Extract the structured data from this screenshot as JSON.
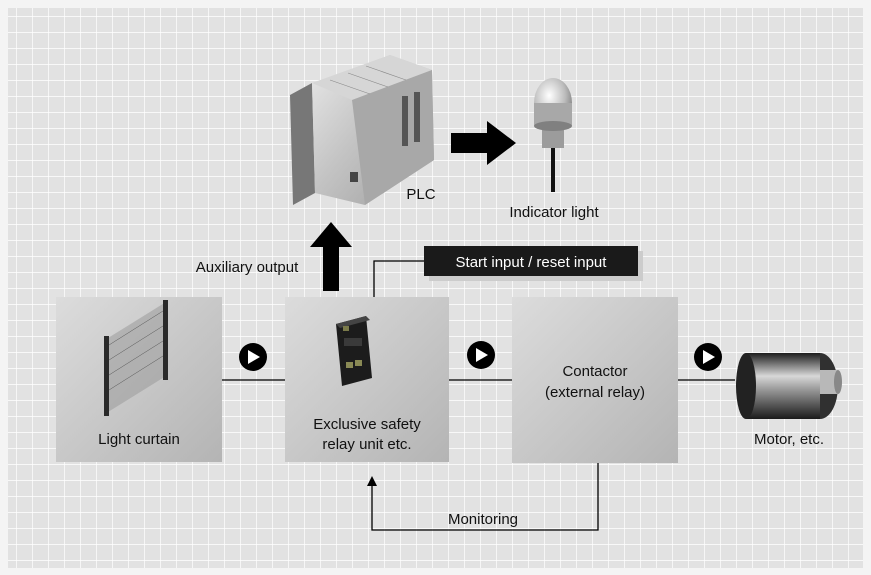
{
  "labels": {
    "plc": "PLC",
    "indicator_light": "Indicator light",
    "auxiliary_output": "Auxiliary output",
    "start_reset_input": "Start input / reset input",
    "light_curtain": "Light curtain",
    "safety_relay_line1": "Exclusive safety",
    "safety_relay_line2": "relay unit etc.",
    "contactor_line1": "Contactor",
    "contactor_line2": "(external relay)",
    "motor": "Motor, etc.",
    "monitoring": "Monitoring"
  },
  "colors": {
    "background": "#e2e2e2",
    "grid": "#ffffff",
    "box": "#c6c6c6",
    "label_box": "#1a1a1a",
    "arrow": "#000000"
  }
}
